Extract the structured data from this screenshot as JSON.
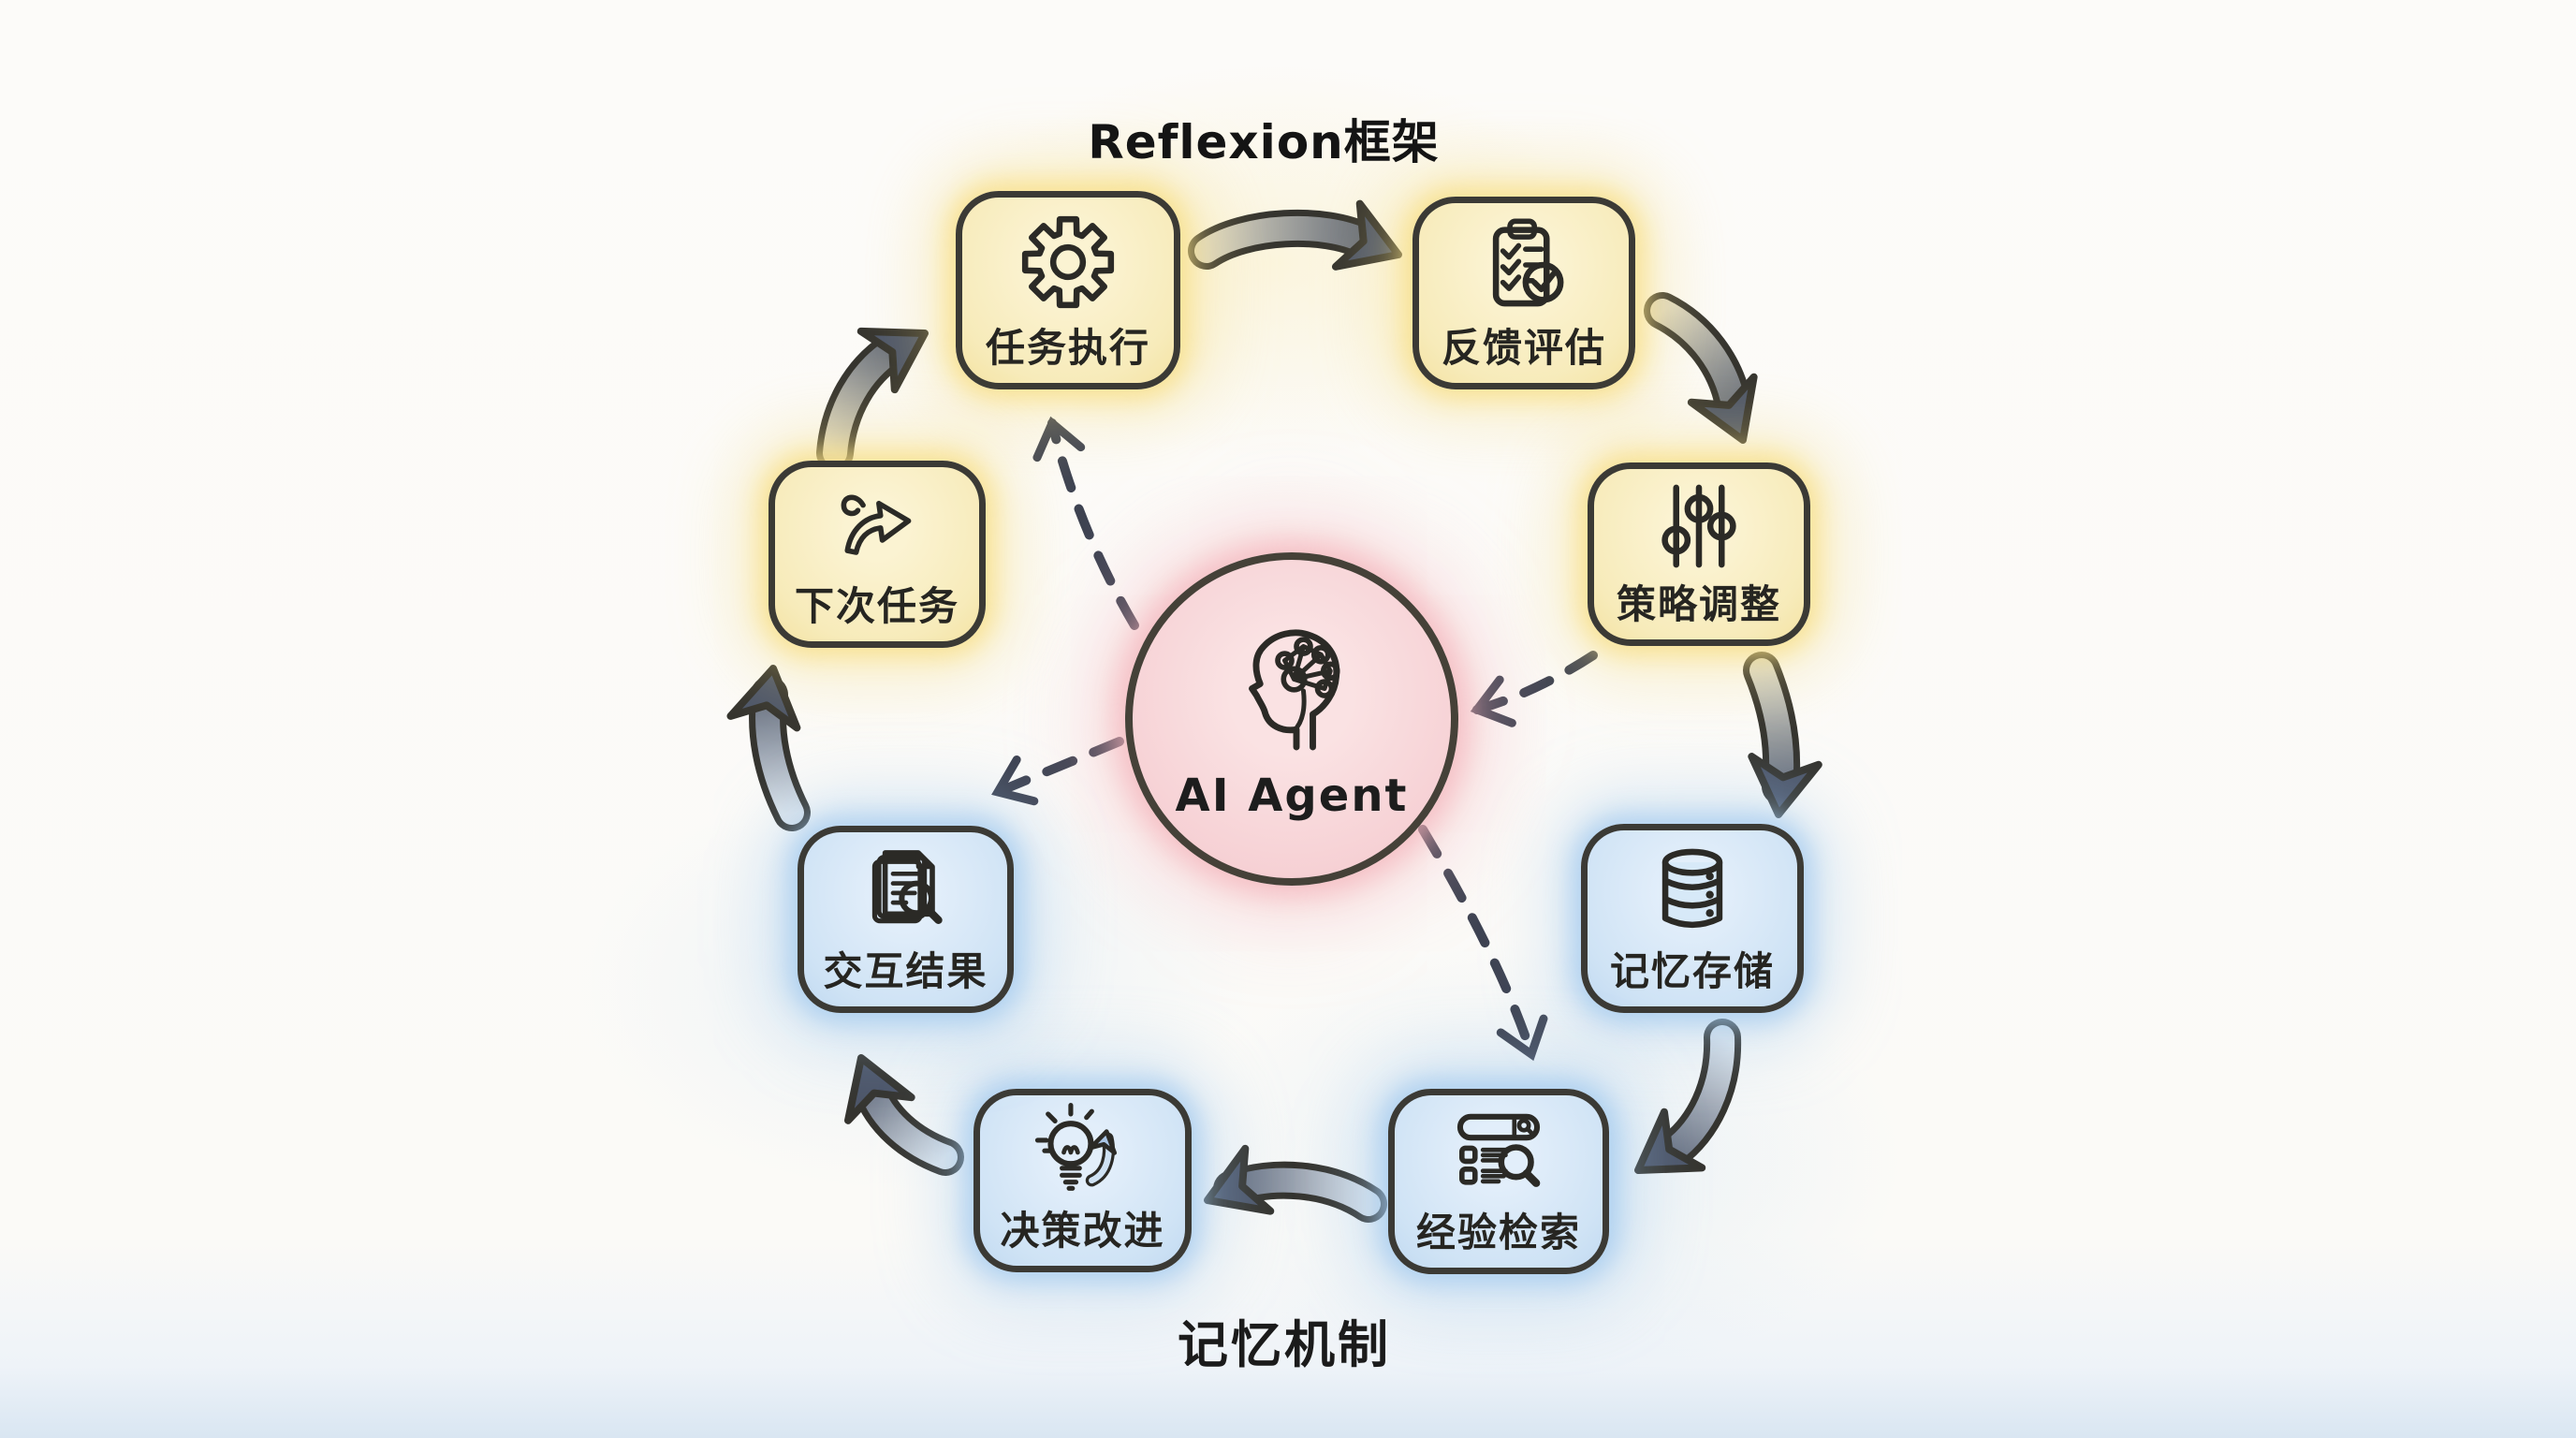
{
  "title": "Reflexion框架",
  "bottom_label": "记忆机制",
  "center": {
    "label": "AI Agent",
    "icon": "head-brain-icon"
  },
  "nodes": [
    {
      "id": "task-execution",
      "label": "任务执行",
      "icon": "gear-icon",
      "theme": "yellow"
    },
    {
      "id": "feedback-evaluation",
      "label": "反馈评估",
      "icon": "clipboard-check-icon",
      "theme": "yellow"
    },
    {
      "id": "strategy-adjustment",
      "label": "策略调整",
      "icon": "sliders-icon",
      "theme": "yellow"
    },
    {
      "id": "memory-storage",
      "label": "记忆存储",
      "icon": "database-icon",
      "theme": "blue"
    },
    {
      "id": "experience-retrieval",
      "label": "经验检索",
      "icon": "search-list-icon",
      "theme": "blue"
    },
    {
      "id": "decision-improvement",
      "label": "决策改进",
      "icon": "lightbulb-arrow-icon",
      "theme": "blue"
    },
    {
      "id": "interaction-results",
      "label": "交互结果",
      "icon": "document-search-icon",
      "theme": "blue"
    },
    {
      "id": "next-task",
      "label": "下次任务",
      "icon": "curved-arrow-icon",
      "theme": "yellow"
    }
  ],
  "flow": {
    "solid_cycle": [
      {
        "from": "任务执行",
        "to": "反馈评估"
      },
      {
        "from": "反馈评估",
        "to": "策略调整"
      },
      {
        "from": "策略调整",
        "to": "记忆存储"
      },
      {
        "from": "记忆存储",
        "to": "经验检索"
      },
      {
        "from": "经验检索",
        "to": "决策改进"
      },
      {
        "from": "决策改进",
        "to": "交互结果"
      },
      {
        "from": "交互结果",
        "to": "下次任务"
      },
      {
        "from": "下次任务",
        "to": "任务执行"
      }
    ],
    "dashed_links": [
      {
        "from": "AI Agent",
        "to": "任务执行"
      },
      {
        "from": "策略调整",
        "to": "AI Agent"
      },
      {
        "from": "AI Agent",
        "to": "经验检索"
      },
      {
        "from": "AI Agent",
        "to": "交互结果"
      }
    ]
  },
  "colors": {
    "yellow_node_fill": "#f7ebba",
    "blue_node_fill": "#cfe3f5",
    "pink_center_fill": "#f6cfd3",
    "node_outline": "#3b3a35",
    "arrow_dark": "#4d5669",
    "dashed_arrow": "#3e4352",
    "background": "#fbfaf8"
  }
}
